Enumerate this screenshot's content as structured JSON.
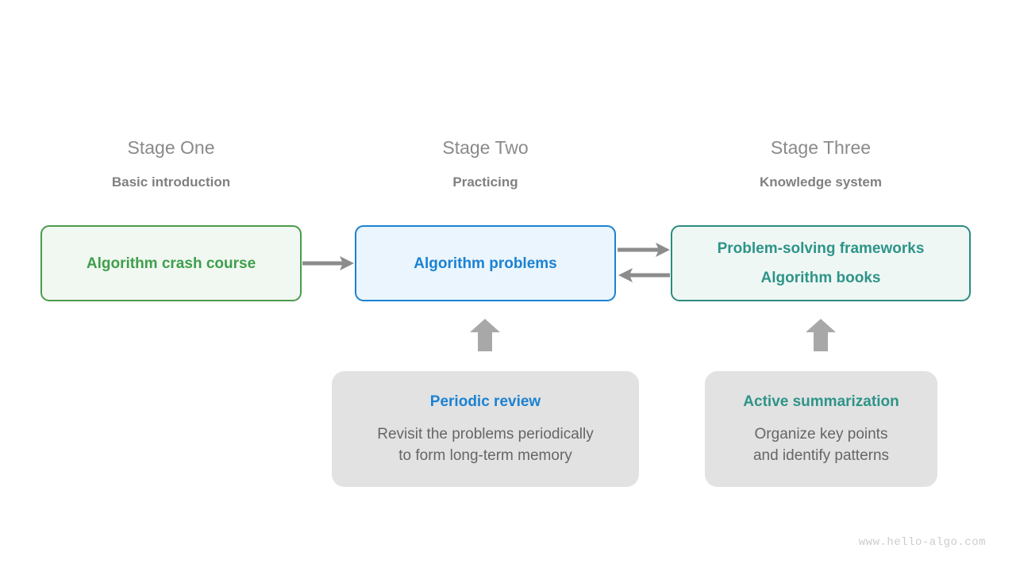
{
  "stages": [
    {
      "title": "Stage One",
      "subtitle": "Basic introduction"
    },
    {
      "title": "Stage Two",
      "subtitle": "Practicing"
    },
    {
      "title": "Stage Three",
      "subtitle": "Knowledge system"
    }
  ],
  "nodes": {
    "crash": {
      "line1": "Algorithm crash course",
      "color": "#3f9e4d",
      "fill": "#f1f8f1",
      "border": "#4c9a4c"
    },
    "problems": {
      "line1": "Algorithm problems",
      "color": "#1b82d2",
      "fill": "#eaf5fd",
      "border": "#1b82d2"
    },
    "frameworks": {
      "line1": "Problem-solving frameworks",
      "line2": "Algorithm books",
      "color": "#2e9488",
      "fill": "#eff7f5",
      "border": "#2e8b80"
    }
  },
  "support": {
    "review": {
      "title": "Periodic review",
      "body_line1": "Revisit the problems periodically",
      "body_line2": "to form long-term memory",
      "title_color": "#1b82d2",
      "fill": "#e2e2e2"
    },
    "summary": {
      "title": "Active summarization",
      "body_line1": "Organize key points",
      "body_line2": "and identify patterns",
      "title_color": "#2e9488",
      "fill": "#e2e2e2"
    }
  },
  "arrows": {
    "color": "#8c8c8c",
    "crash_to_problems": "arrow-right",
    "problems_to_frameworks": "arrow-right",
    "frameworks_to_problems": "arrow-left",
    "review_to_problems": "arrow-up",
    "summary_to_frameworks": "arrow-up"
  },
  "watermark": {
    "text": "www.hello-algo.com"
  }
}
